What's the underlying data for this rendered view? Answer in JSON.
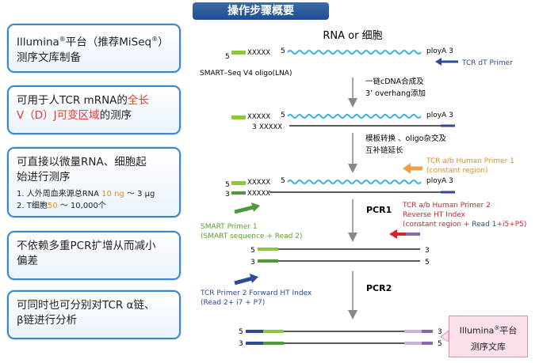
{
  "title": "操作步骤概要",
  "features": [
    {
      "line1_pre": "Illumina",
      "line1_sup": "®",
      "line1_mid": "平台（推荐MiSeq",
      "line1_sup2": "®",
      "line1_end": "）",
      "line2": "测序文库制备"
    },
    {
      "line1": "可用于人TCR mRNA的",
      "line1_red": "全长",
      "line2_red": "V（D）J可变区域",
      "line2": "的测序"
    },
    {
      "line1": "可直接以微量RNA、细胞起",
      "line2": "始进行测序",
      "note1_pre": "1. 人外周血来源总RNA ",
      "note1_val": "10 ng",
      "note1_end": " ～ 3 μg",
      "note2_pre": "2. T细胞",
      "note2_val": "50",
      "note2_end": " ～ 10,000个"
    },
    {
      "line1": "不依赖多重PCR扩增从而减小",
      "line2": "偏差"
    },
    {
      "line1": "可同时也可分别对TCR α链、",
      "line2": "β链进行分析"
    }
  ],
  "diagram": {
    "rna_label": "RNA or 细胞",
    "polya_1": "ployA 3",
    "polya_2": "ployA 3",
    "polya_3": "ployA 3",
    "smart_oligo_label": "SMART–Seq V4 oligo(LNA)",
    "xxxxx": "XXXXX",
    "five": "5",
    "three": "3",
    "tcr_dt_primer": "TCR dT Primer",
    "step1_line1": "一链cDNA合成及",
    "step1_line2": "3’ overhang添加",
    "step2_line1": "模板转换 、oligo杂交及",
    "step2_line2": "互补链延长",
    "primer1_line1": "TCR a/b Human Primer 1",
    "primer1_line2": "(constant region)",
    "pcr1": "PCR1",
    "primer2_line1": "TCR a/b Human Primer 2",
    "primer2_line2": "Reverse HT Index",
    "primer2_line3_pre": "(constant region + ",
    "primer2_line3_read": "Read 1",
    "primer2_line3_end": "+i5+P5)",
    "smart_primer_line1": "SMART Primer 1",
    "smart_primer_line2": "(SMART sequence + Read 2)",
    "pcr2": "PCR2",
    "fwd_line1": "TCR Primer 2 Forward HT Index",
    "fwd_line2": "(Read 2+ i7 + P7)",
    "result_line1_pre": "Illumina",
    "result_line1_sup": "®",
    "result_line1_end": "平台",
    "result_line2": "测序文库"
  },
  "colors": {
    "banner": "#2a5a9a",
    "box_border": "#3f86c9",
    "red_text": "#e33a2b",
    "orange": "#f0a04a",
    "wave": "#3ab3e0",
    "green": "#8cc63f",
    "green_dark": "#4f9a3a",
    "navy": "#2a4a9a",
    "purple": "#8d66b0",
    "crimson": "#d2232a",
    "pink_box": "#fbe0ec"
  }
}
